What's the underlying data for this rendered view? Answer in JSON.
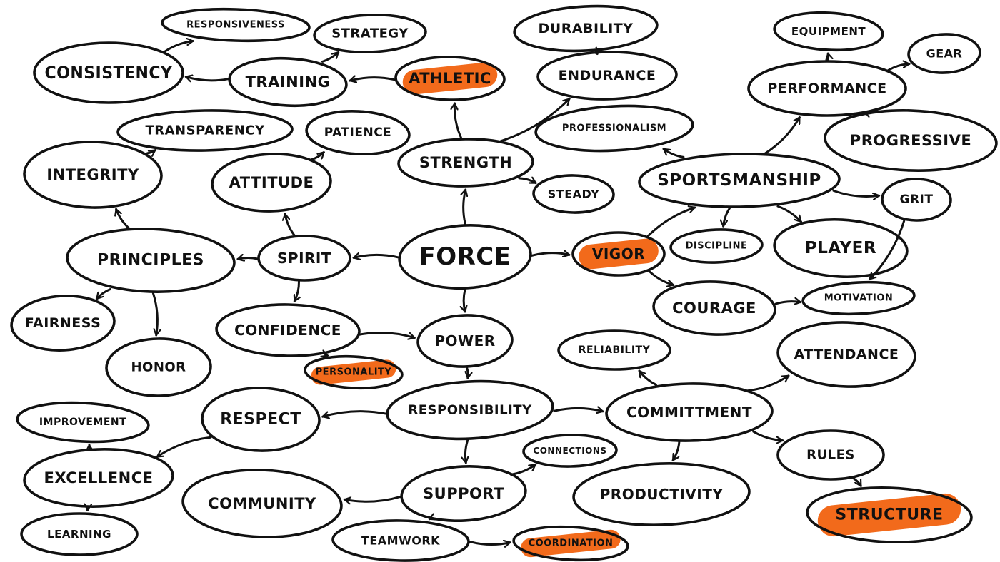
{
  "accent_color": "#f26a1b",
  "nodes": [
    {
      "id": "force",
      "label": "FORCE"
    },
    {
      "id": "strength",
      "label": "STRENGTH"
    },
    {
      "id": "athletic",
      "label": "ATHLETIC",
      "highlight": true
    },
    {
      "id": "training",
      "label": "TRAINING"
    },
    {
      "id": "strategy",
      "label": "STRATEGY"
    },
    {
      "id": "consistency",
      "label": "CONSISTENCY"
    },
    {
      "id": "responsiveness",
      "label": "RESPONSIVENESS"
    },
    {
      "id": "durability",
      "label": "DURABILITY"
    },
    {
      "id": "endurance",
      "label": "ENDURANCE"
    },
    {
      "id": "steady",
      "label": "STEADY"
    },
    {
      "id": "equipment",
      "label": "EQUIPMENT"
    },
    {
      "id": "gear",
      "label": "GEAR"
    },
    {
      "id": "performance",
      "label": "PERFORMANCE"
    },
    {
      "id": "progressive",
      "label": "PROGRESSIVE"
    },
    {
      "id": "professionalism",
      "label": "PROFESSIONALISM"
    },
    {
      "id": "sportsmanship",
      "label": "SPORTSMANSHIP"
    },
    {
      "id": "grit",
      "label": "GRIT"
    },
    {
      "id": "player",
      "label": "PLAYER"
    },
    {
      "id": "discipline",
      "label": "DISCIPLINE"
    },
    {
      "id": "vigor",
      "label": "VIGOR",
      "highlight": true
    },
    {
      "id": "courage",
      "label": "COURAGE"
    },
    {
      "id": "motivation",
      "label": "MOTIVATION"
    },
    {
      "id": "transparency",
      "label": "TRANSPARENCY"
    },
    {
      "id": "integrity",
      "label": "INTEGRITY"
    },
    {
      "id": "patience",
      "label": "PATIENCE"
    },
    {
      "id": "attitude",
      "label": "ATTITUDE"
    },
    {
      "id": "spirit",
      "label": "SPIRIT"
    },
    {
      "id": "principles",
      "label": "PRINCIPLES"
    },
    {
      "id": "fairness",
      "label": "FAIRNESS"
    },
    {
      "id": "honor",
      "label": "HONOR"
    },
    {
      "id": "confidence",
      "label": "CONFIDENCE"
    },
    {
      "id": "personality",
      "label": "PERSONALITY",
      "highlight": true
    },
    {
      "id": "power",
      "label": "POWER"
    },
    {
      "id": "reliability",
      "label": "RELIABILITY"
    },
    {
      "id": "attendance",
      "label": "ATTENDANCE"
    },
    {
      "id": "responsibility",
      "label": "RESPONSIBILITY"
    },
    {
      "id": "commitment",
      "label": "COMMITTMENT"
    },
    {
      "id": "respect",
      "label": "RESPECT"
    },
    {
      "id": "improvement",
      "label": "IMPROVEMENT"
    },
    {
      "id": "excellence",
      "label": "EXCELLENCE"
    },
    {
      "id": "learning",
      "label": "LEARNING"
    },
    {
      "id": "community",
      "label": "COMMUNITY"
    },
    {
      "id": "support",
      "label": "SUPPORT"
    },
    {
      "id": "connections",
      "label": "CONNECTIONS"
    },
    {
      "id": "teamwork",
      "label": "TEAMWORK"
    },
    {
      "id": "coordination",
      "label": "COORDINATION",
      "highlight": true
    },
    {
      "id": "productivity",
      "label": "PRODUCTIVITY"
    },
    {
      "id": "rules",
      "label": "RULES"
    },
    {
      "id": "structure",
      "label": "STRUCTURE",
      "highlight": true
    }
  ],
  "edges": [
    [
      "force",
      "strength"
    ],
    [
      "force",
      "spirit"
    ],
    [
      "force",
      "vigor"
    ],
    [
      "force",
      "power"
    ],
    [
      "strength",
      "athletic"
    ],
    [
      "strength",
      "endurance"
    ],
    [
      "strength",
      "steady"
    ],
    [
      "athletic",
      "training"
    ],
    [
      "training",
      "consistency"
    ],
    [
      "training",
      "strategy"
    ],
    [
      "consistency",
      "responsiveness"
    ],
    [
      "endurance",
      "durability"
    ],
    [
      "spirit",
      "attitude"
    ],
    [
      "spirit",
      "principles"
    ],
    [
      "spirit",
      "confidence"
    ],
    [
      "attitude",
      "patience"
    ],
    [
      "principles",
      "integrity"
    ],
    [
      "principles",
      "fairness"
    ],
    [
      "principles",
      "honor"
    ],
    [
      "integrity",
      "transparency"
    ],
    [
      "confidence",
      "power"
    ],
    [
      "confidence",
      "personality"
    ],
    [
      "vigor",
      "sportsmanship"
    ],
    [
      "vigor",
      "courage"
    ],
    [
      "courage",
      "motivation"
    ],
    [
      "sportsmanship",
      "performance"
    ],
    [
      "sportsmanship",
      "professionalism"
    ],
    [
      "sportsmanship",
      "discipline"
    ],
    [
      "sportsmanship",
      "player"
    ],
    [
      "sportsmanship",
      "grit"
    ],
    [
      "grit",
      "motivation"
    ],
    [
      "performance",
      "equipment"
    ],
    [
      "performance",
      "gear"
    ],
    [
      "performance",
      "progressive"
    ],
    [
      "power",
      "responsibility"
    ],
    [
      "responsibility",
      "respect"
    ],
    [
      "responsibility",
      "commitment"
    ],
    [
      "responsibility",
      "support"
    ],
    [
      "commitment",
      "reliability"
    ],
    [
      "commitment",
      "attendance"
    ],
    [
      "commitment",
      "productivity"
    ],
    [
      "commitment",
      "rules"
    ],
    [
      "rules",
      "structure"
    ],
    [
      "respect",
      "excellence"
    ],
    [
      "excellence",
      "improvement"
    ],
    [
      "excellence",
      "learning"
    ],
    [
      "support",
      "community"
    ],
    [
      "support",
      "connections"
    ],
    [
      "support",
      "teamwork"
    ],
    [
      "teamwork",
      "coordination"
    ]
  ]
}
